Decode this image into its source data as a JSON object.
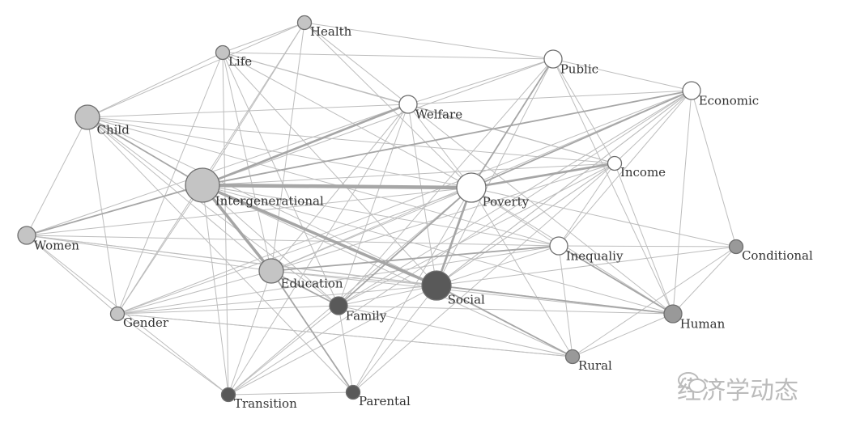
{
  "diagram": {
    "type": "keyword co-occurrence network",
    "colors": {
      "white": "#ffffff",
      "light": "#c4c4c4",
      "medium": "#999999",
      "dark": "#595959",
      "edge": "#bdbdbd",
      "edge_strong": "#a6a6a6",
      "stroke": "#6e6e6e"
    },
    "nodes": [
      {
        "id": "Health",
        "label": "Health",
        "group": "light",
        "size": 2
      },
      {
        "id": "Life",
        "label": "Life",
        "group": "light",
        "size": 2
      },
      {
        "id": "Child",
        "label": "Child",
        "group": "light",
        "size": 4
      },
      {
        "id": "Intergenerational",
        "label": "Intergenerational",
        "group": "light",
        "size": 6
      },
      {
        "id": "Women",
        "label": "Women",
        "group": "light",
        "size": 3
      },
      {
        "id": "Education",
        "label": "Education",
        "group": "light",
        "size": 4
      },
      {
        "id": "Family",
        "label": "Family",
        "group": "dark",
        "size": 3
      },
      {
        "id": "Gender",
        "label": "Gender",
        "group": "light",
        "size": 2
      },
      {
        "id": "Transition",
        "label": "Transition",
        "group": "dark",
        "size": 2
      },
      {
        "id": "Parental",
        "label": "Parental",
        "group": "dark",
        "size": 2
      },
      {
        "id": "Welfare",
        "label": "Welfare",
        "group": "white",
        "size": 3
      },
      {
        "id": "Public",
        "label": "Public",
        "group": "white",
        "size": 3
      },
      {
        "id": "Economic",
        "label": "Economic",
        "group": "white",
        "size": 3
      },
      {
        "id": "Income",
        "label": "Income",
        "group": "white",
        "size": 2
      },
      {
        "id": "Poverty",
        "label": "Poverty",
        "group": "white",
        "size": 5
      },
      {
        "id": "Inequaliy",
        "label": "Inequaliy",
        "group": "white",
        "size": 3
      },
      {
        "id": "Conditional",
        "label": "Conditional",
        "group": "medium",
        "size": 2
      },
      {
        "id": "Social",
        "label": "Social",
        "group": "dark",
        "size": 5
      },
      {
        "id": "Human",
        "label": "Human",
        "group": "medium",
        "size": 3
      },
      {
        "id": "Rural",
        "label": "Rural",
        "group": "medium",
        "size": 2
      }
    ],
    "edges": [
      [
        "Intergenerational",
        "Poverty",
        5
      ],
      [
        "Intergenerational",
        "Social",
        4
      ],
      [
        "Intergenerational",
        "Education",
        4
      ],
      [
        "Intergenerational",
        "Welfare",
        3
      ],
      [
        "Poverty",
        "Social",
        3
      ],
      [
        "Poverty",
        "Income",
        3
      ],
      [
        "Poverty",
        "Economic",
        2
      ],
      [
        "Child",
        "Intergenerational",
        2
      ],
      [
        "Women",
        "Intergenerational",
        2
      ],
      [
        "Intergenerational",
        "Economic",
        2
      ],
      [
        "Poverty",
        "Public",
        2
      ],
      [
        "Education",
        "Family",
        2
      ],
      [
        "Education",
        "Parental",
        2
      ],
      [
        "Social",
        "Human",
        2
      ],
      [
        "Social",
        "Rural",
        2
      ],
      [
        "Education",
        "Inequaliy",
        2
      ],
      [
        "Family",
        "Poverty",
        2
      ],
      [
        "Inequaliy",
        "Human",
        2
      ],
      [
        "Health",
        "Life",
        1
      ],
      [
        "Health",
        "Child",
        1
      ],
      [
        "Health",
        "Public",
        1
      ],
      [
        "Health",
        "Poverty",
        1
      ],
      [
        "Health",
        "Intergenerational",
        1
      ],
      [
        "Health",
        "Welfare",
        1
      ],
      [
        "Health",
        "Education",
        1
      ],
      [
        "Health",
        "Gender",
        1
      ],
      [
        "Life",
        "Child",
        1
      ],
      [
        "Life",
        "Welfare",
        1
      ],
      [
        "Life",
        "Poverty",
        1
      ],
      [
        "Life",
        "Social",
        1
      ],
      [
        "Life",
        "Education",
        1
      ],
      [
        "Life",
        "Public",
        1
      ],
      [
        "Life",
        "Transition",
        1
      ],
      [
        "Life",
        "Family",
        1
      ],
      [
        "Life",
        "Gender",
        1
      ],
      [
        "Life",
        "Income",
        1
      ],
      [
        "Child",
        "Women",
        1
      ],
      [
        "Child",
        "Gender",
        1
      ],
      [
        "Child",
        "Welfare",
        1
      ],
      [
        "Child",
        "Poverty",
        1
      ],
      [
        "Child",
        "Social",
        1
      ],
      [
        "Child",
        "Education",
        1
      ],
      [
        "Child",
        "Family",
        1
      ],
      [
        "Child",
        "Income",
        1
      ],
      [
        "Child",
        "Inequaliy",
        1
      ],
      [
        "Child",
        "Parental",
        1
      ],
      [
        "Women",
        "Education",
        1
      ],
      [
        "Women",
        "Welfare",
        1
      ],
      [
        "Women",
        "Social",
        1
      ],
      [
        "Women",
        "Gender",
        1
      ],
      [
        "Women",
        "Transition",
        1
      ],
      [
        "Women",
        "Poverty",
        1
      ],
      [
        "Women",
        "Human",
        1
      ],
      [
        "Women",
        "Inequaliy",
        1
      ],
      [
        "Intergenerational",
        "Income",
        1
      ],
      [
        "Intergenerational",
        "Inequaliy",
        1
      ],
      [
        "Intergenerational",
        "Human",
        1
      ],
      [
        "Intergenerational",
        "Family",
        1
      ],
      [
        "Intergenerational",
        "Transition",
        1
      ],
      [
        "Intergenerational",
        "Gender",
        1
      ],
      [
        "Intergenerational",
        "Public",
        1
      ],
      [
        "Intergenerational",
        "Rural",
        1
      ],
      [
        "Education",
        "Social",
        1
      ],
      [
        "Education",
        "Poverty",
        1
      ],
      [
        "Education",
        "Welfare",
        1
      ],
      [
        "Education",
        "Human",
        1
      ],
      [
        "Education",
        "Economic",
        1
      ],
      [
        "Education",
        "Income",
        1
      ],
      [
        "Education",
        "Gender",
        1
      ],
      [
        "Education",
        "Transition",
        1
      ],
      [
        "Family",
        "Social",
        1
      ],
      [
        "Family",
        "Parental",
        1
      ],
      [
        "Family",
        "Transition",
        1
      ],
      [
        "Family",
        "Human",
        1
      ],
      [
        "Family",
        "Income",
        1
      ],
      [
        "Family",
        "Welfare",
        1
      ],
      [
        "Family",
        "Gender",
        1
      ],
      [
        "Gender",
        "Transition",
        1
      ],
      [
        "Gender",
        "Poverty",
        1
      ],
      [
        "Gender",
        "Social",
        1
      ],
      [
        "Gender",
        "Inequaliy",
        1
      ],
      [
        "Gender",
        "Rural",
        1
      ],
      [
        "Gender",
        "Economic",
        1
      ],
      [
        "Transition",
        "Parental",
        1
      ],
      [
        "Transition",
        "Welfare",
        1
      ],
      [
        "Transition",
        "Social",
        1
      ],
      [
        "Transition",
        "Poverty",
        1
      ],
      [
        "Transition",
        "Economic",
        1
      ],
      [
        "Parental",
        "Social",
        1
      ],
      [
        "Parental",
        "Poverty",
        1
      ],
      [
        "Parental",
        "Income",
        1
      ],
      [
        "Welfare",
        "Poverty",
        1
      ],
      [
        "Welfare",
        "Public",
        1
      ],
      [
        "Welfare",
        "Economic",
        1
      ],
      [
        "Welfare",
        "Social",
        1
      ],
      [
        "Welfare",
        "Human",
        1
      ],
      [
        "Welfare",
        "Income",
        1
      ],
      [
        "Public",
        "Economic",
        1
      ],
      [
        "Public",
        "Social",
        1
      ],
      [
        "Public",
        "Human",
        1
      ],
      [
        "Public",
        "Income",
        1
      ],
      [
        "Public",
        "Family",
        1
      ],
      [
        "Economic",
        "Income",
        1
      ],
      [
        "Economic",
        "Social",
        1
      ],
      [
        "Economic",
        "Human",
        1
      ],
      [
        "Economic",
        "Conditional",
        1
      ],
      [
        "Economic",
        "Inequaliy",
        1
      ],
      [
        "Economic",
        "Family",
        1
      ],
      [
        "Income",
        "Social",
        1
      ],
      [
        "Income",
        "Inequaliy",
        1
      ],
      [
        "Income",
        "Human",
        1
      ],
      [
        "Poverty",
        "Inequaliy",
        1
      ],
      [
        "Poverty",
        "Human",
        1
      ],
      [
        "Poverty",
        "Rural",
        1
      ],
      [
        "Poverty",
        "Conditional",
        1
      ],
      [
        "Inequaliy",
        "Social",
        1
      ],
      [
        "Inequaliy",
        "Conditional",
        1
      ],
      [
        "Inequaliy",
        "Rural",
        1
      ],
      [
        "Conditional",
        "Human",
        1
      ],
      [
        "Conditional",
        "Rural",
        1
      ],
      [
        "Conditional",
        "Social",
        1
      ],
      [
        "Social",
        "Income",
        1
      ],
      [
        "Human",
        "Rural",
        1
      ],
      [
        "Social",
        "Economic",
        1
      ],
      [
        "Rural",
        "Family",
        1
      ],
      [
        "Rural",
        "Gender",
        1
      ]
    ]
  },
  "watermark": {
    "text": "经济学动态",
    "icon": "wechat-icon"
  }
}
